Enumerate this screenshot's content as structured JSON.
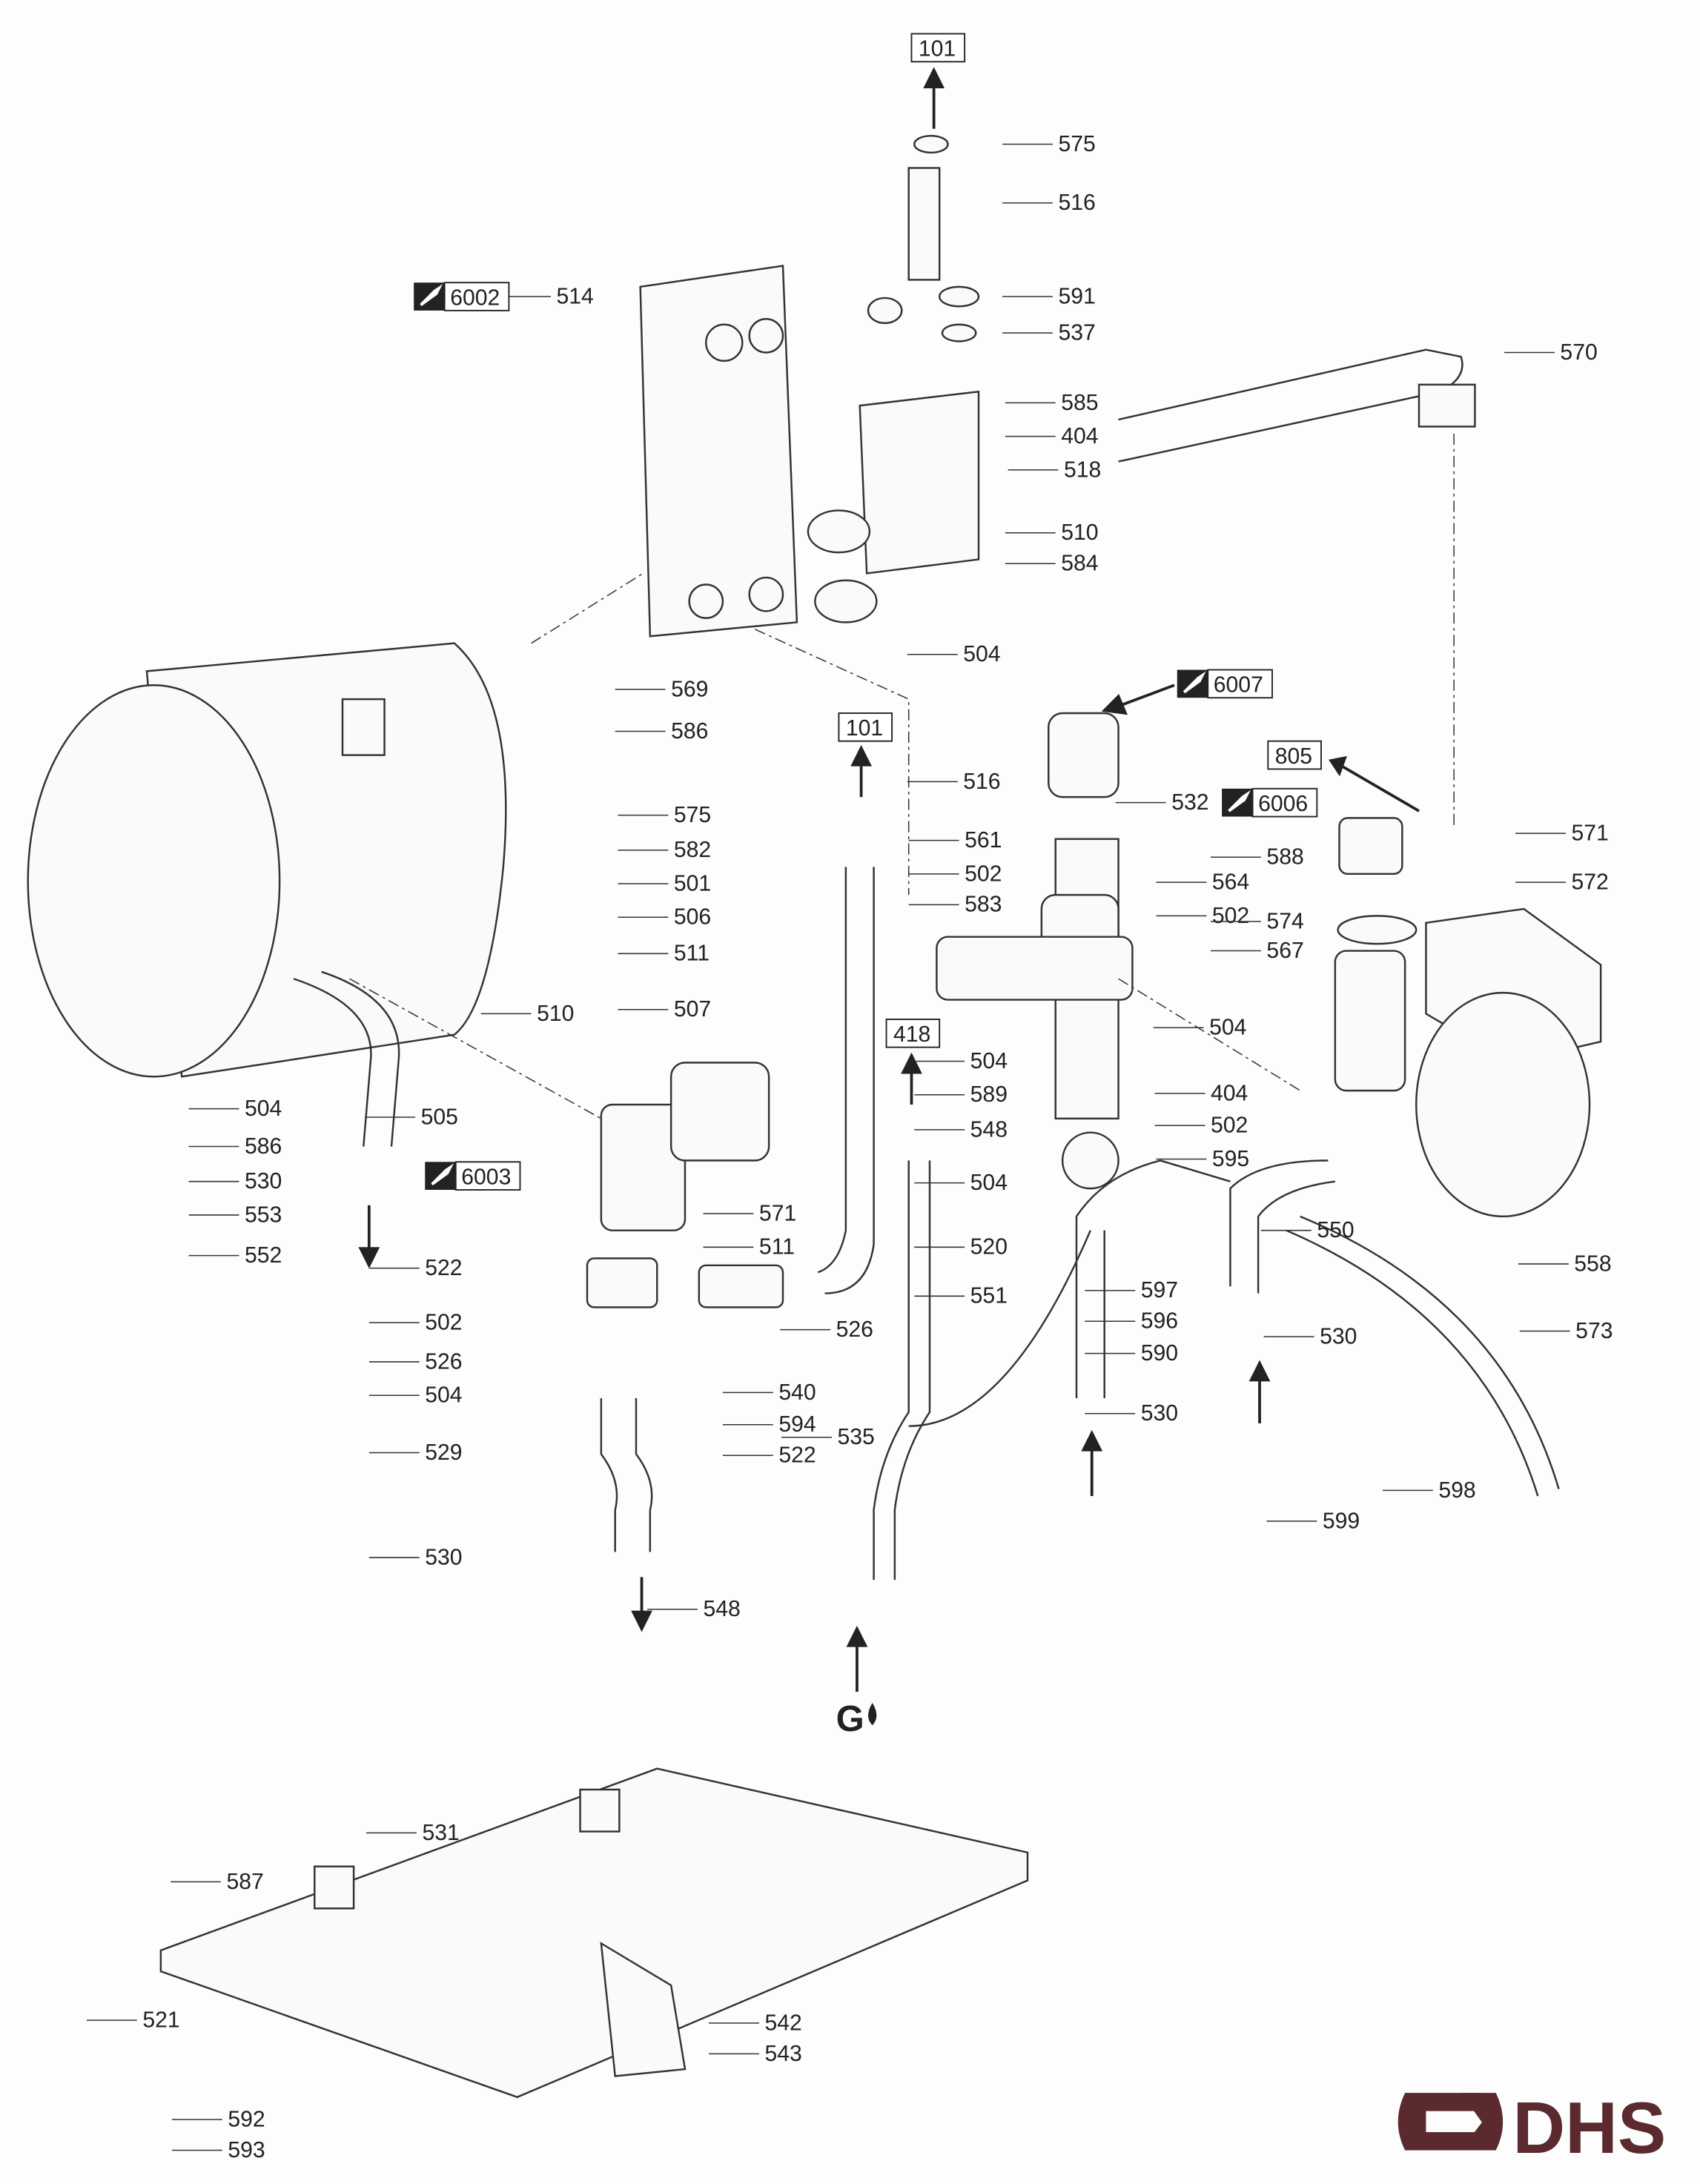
{
  "part_labels": [
    "575",
    "516",
    "514",
    "591",
    "537",
    "570",
    "585",
    "404",
    "518",
    "510",
    "584",
    "504",
    "569",
    "586",
    "516",
    "532",
    "575",
    "561",
    "571",
    "582",
    "588",
    "564",
    "572",
    "501",
    "502",
    "583",
    "502",
    "506",
    "574",
    "567",
    "511",
    "510",
    "507",
    "504",
    "504",
    "589",
    "404",
    "548",
    "504",
    "505",
    "502",
    "586",
    "595",
    "530",
    "504",
    "571",
    "553",
    "550",
    "520",
    "511",
    "552",
    "522",
    "558",
    "597",
    "551",
    "502",
    "596",
    "526",
    "530",
    "573",
    "526",
    "590",
    "540",
    "504",
    "594",
    "535",
    "530",
    "522",
    "529",
    "598",
    "599",
    "530",
    "548",
    "531",
    "587",
    "521",
    "542",
    "543",
    "592",
    "593"
  ],
  "reference_boxes": [
    "101",
    "101",
    "805",
    "418"
  ],
  "tool_references": [
    "6002",
    "6007",
    "6006",
    "6003"
  ],
  "gas_symbol": "G",
  "logo": {
    "text": "DHS",
    "color": "#5a2a2e"
  }
}
